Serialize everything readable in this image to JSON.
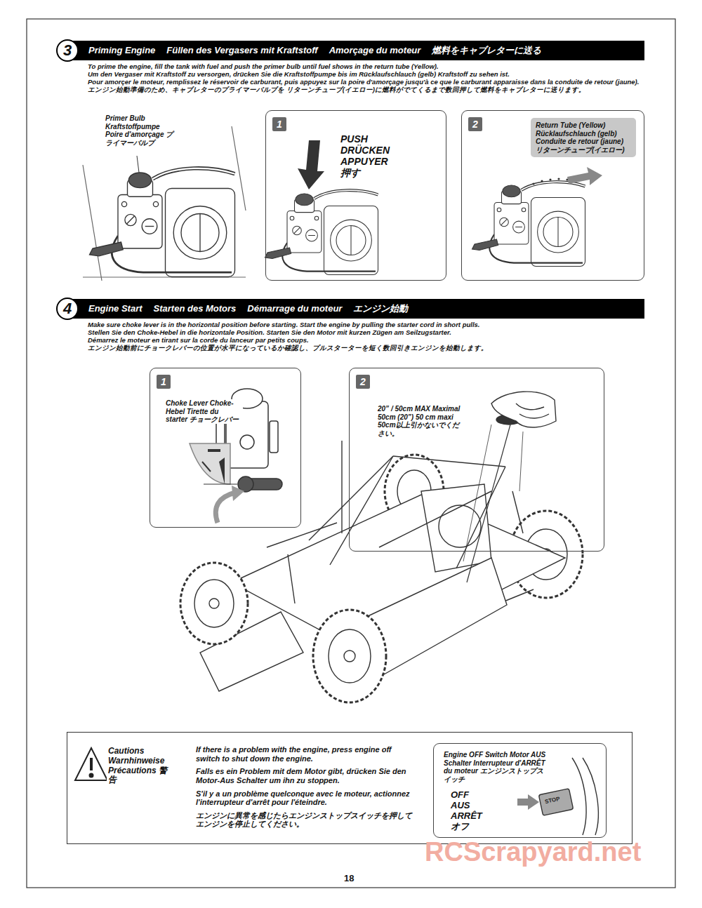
{
  "diagram": {
    "nodes": [
      {
        "text": [
          "3",
          "Priming Engine",
          "Füllen des Vergasers mit Kraftstoff",
          "Amorçage du moteur",
          "燃料をキャブレターに送る"
        ]
      },
      {
        "text": [
          "1",
          "PUSH DRÜCKEN APPUYER 押す"
        ]
      },
      {
        "text": [
          "2"
        ]
      },
      {
        "text": [
          "Return Tube (Yellow) Rücklaufschlauch (gelb) Conduite de retour (jaune) リターンチューブ(イエロー)"
        ],
        "in": 2
      },
      {
        "text": [
          "4",
          "Engine Start",
          "Starten des Motors",
          "Démarrage du moteur",
          "エンジン始動"
        ]
      },
      {
        "text": [
          "1",
          "Choke Lever Choke-Hebel Tirette du starter チョークレバー"
        ]
      },
      {
        "text": [
          "2",
          "20” / 50cm MAX Maximal 50cm (20”) 50 cm maxi 50cm以上引かないでください。"
        ]
      },
      {
        "text": [
          "Cautions Warnhinweise Précautions 警告",
          "If there is a problem with the engine, press engine off switch to shut down the engine.",
          "Falls es ein Problem mit dem Motor gibt, drücken Sie den Motor-Aus Schalter um ihn zu stoppen.",
          "S'il y a un problème quelconque avec le moteur, actionnez l'interrupteur d'arrêt pour l'éteindre.",
          "エンジンに異常を感じたらエンジンストップスイッチを押して エンジンを停止してください。"
        ]
      },
      {
        "text": [
          "Engine OFF Switch Motor AUS Schalter Interrupteur d'ARRÊT du moteur エンジンストップスイッチ",
          "OFF AUS ARRÊT オフ"
        ],
        "in": 7
      }
    ],
    "labels": [
      "To prime the engine, fill the tank with fuel and push the primer bulb until fuel shows in the return tube (Yellow).",
      "Um den Vergaser mit Kraftstoff zu versorgen, drücken Sie die Kraftstoffpumpe bis im Rücklaufschlauch (gelb) Kraftstoff zu sehen ist.",
      "Pour amorçer le moteur, remplissez le réservoir de carburant, puis appuyez sur la poire d'amorçage jusqu'à ce que le carburant apparaisse dans la conduite de retour (jaune).",
      "エンジン始動準備のため、キャブレターのプライマーバルブを リターンチューブ(イエロー)に燃料がでてくるまで数回押して燃料をキャブレターに送ります。",
      "Make sure choke lever is in the horizontal position before starting. Start the engine by pulling the starter cord in short pulls.",
      "Stellen Sie den Choke-Hebel in die horizontale Position. Starten Sie den Motor mit kurzen Zügen am Seilzugstarter.",
      "Démarrez le moteur en tirant sur la corde du lanceur par petits coups.",
      "エンジン始動前にチョークレバーの位置が水平になっているか確認し、プルスターターを短く数回引きエンジンを始動します。",
      "Primer Bulb Kraftstoffpumpe Poire d'amorçage プライマーバルブ",
      "STOP",
      "18",
      "RCScrapyard.net"
    ]
  }
}
